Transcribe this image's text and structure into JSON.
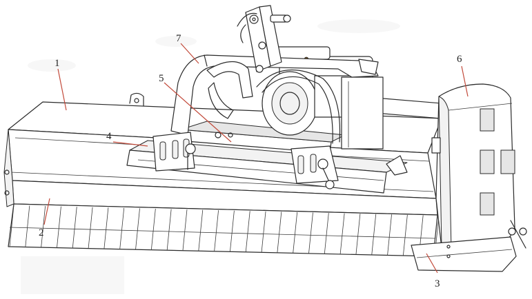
{
  "callouts": [
    {
      "id": "1",
      "label": "1"
    },
    {
      "id": "2",
      "label": "2"
    },
    {
      "id": "3",
      "label": "3"
    },
    {
      "id": "4",
      "label": "4"
    },
    {
      "id": "5",
      "label": "5"
    },
    {
      "id": "6",
      "label": "6"
    },
    {
      "id": "7",
      "label": "7"
    }
  ],
  "colors": {
    "line_art": "#2a2a2a",
    "leader_line": "#c24a3a",
    "background": "#ffffff"
  }
}
